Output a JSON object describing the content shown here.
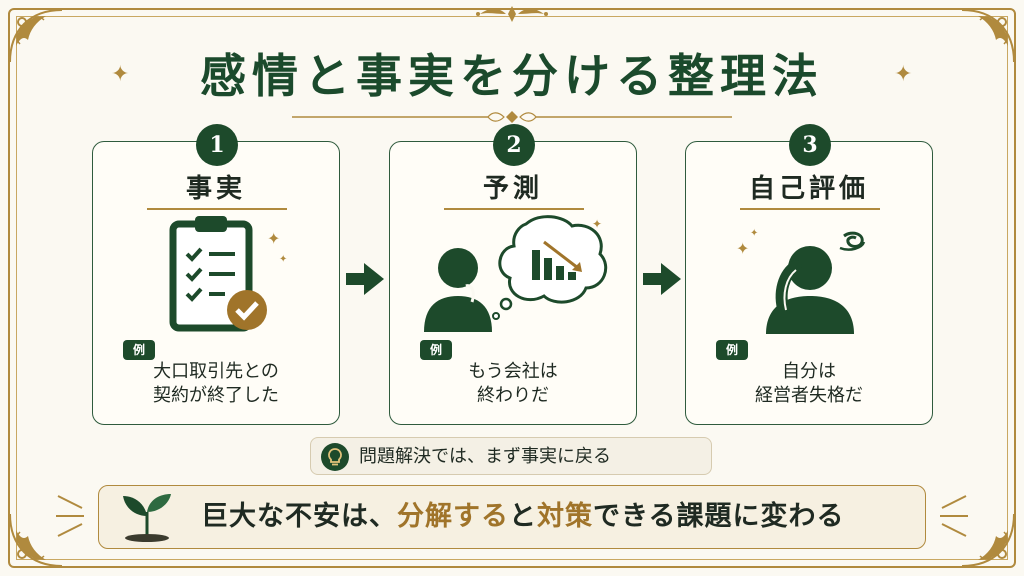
{
  "title": "感情と事実を分ける整理法",
  "example_label": "例",
  "steps": [
    {
      "number": "1",
      "title": "事実",
      "example_line1": "大口取引先との",
      "example_line2": "契約が終了した",
      "icon": "clipboard-check-icon"
    },
    {
      "number": "2",
      "title": "予測",
      "example_line1": "もう会社は",
      "example_line2": "終わりだ",
      "icon": "thinking-person-chart-icon"
    },
    {
      "number": "3",
      "title": "自己評価",
      "example_line1": "自分は",
      "example_line2": "経営者失格だ",
      "icon": "distressed-person-icon"
    }
  ],
  "note": {
    "text": "問題解決では、まず事実に戻る",
    "icon": "lightbulb-icon"
  },
  "banner": {
    "part1": "巨大な不安は、",
    "highlight1": "分解する",
    "part2": "と",
    "highlight2": "対策",
    "part3": "できる課題に変わる",
    "icon": "sprout-icon"
  },
  "colors": {
    "primary_green": "#1d4a2b",
    "gold": "#b08a3e",
    "background": "#fbf9f2",
    "highlight": "#a0742a"
  }
}
